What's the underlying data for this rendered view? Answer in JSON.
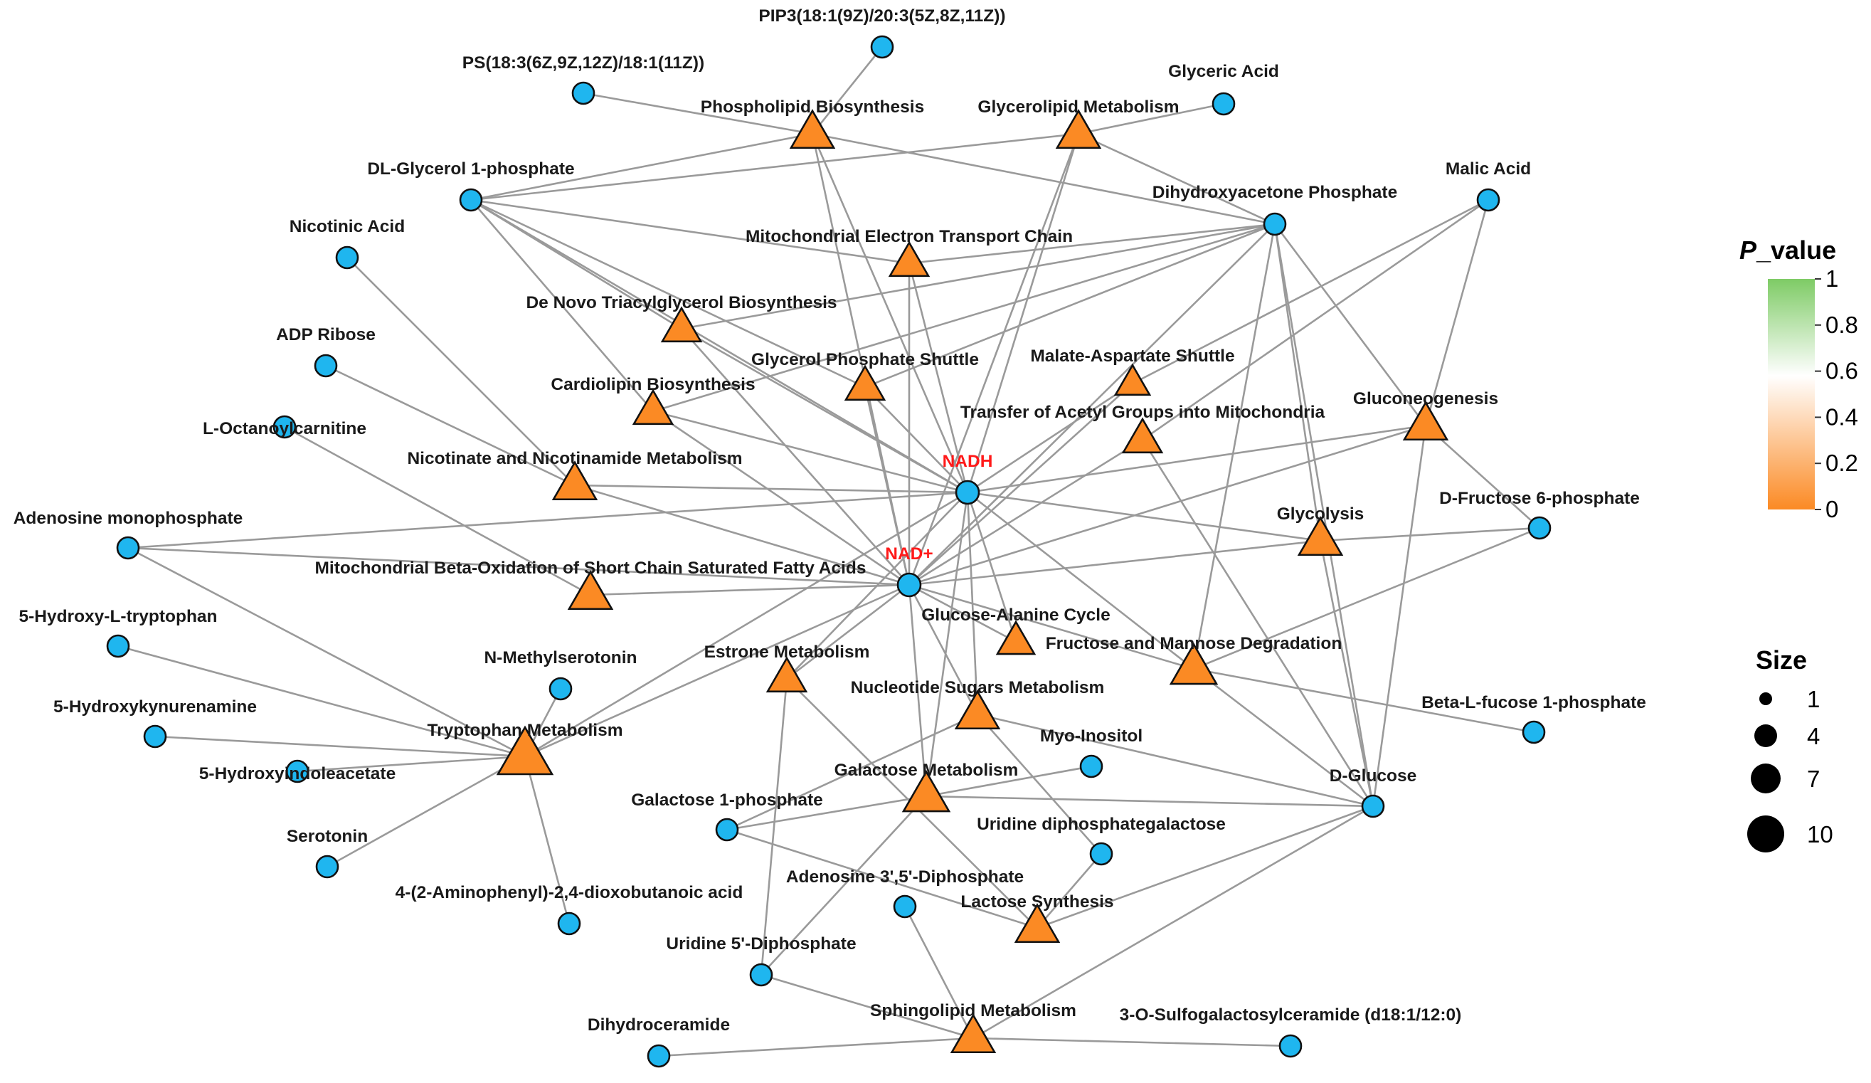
{
  "colors": {
    "metabolite_fill": "#1fb6ef",
    "pathway_fill": "#fb8a24",
    "hub_label": "#ff1a1a",
    "edge": "#9a9a9a",
    "pvalue_scale": [
      "#7ecb65",
      "#ffffff",
      "#fb8a24"
    ]
  },
  "metabolites": [
    {
      "id": "pip3",
      "label": "PIP3(18:1(9Z)/20:3(5Z,8Z,11Z))"
    },
    {
      "id": "ps",
      "label": "PS(18:3(6Z,9Z,12Z)/18:1(11Z))"
    },
    {
      "id": "glyceric",
      "label": "Glyceric Acid"
    },
    {
      "id": "dlg1p",
      "label": "DL-Glycerol 1-phosphate"
    },
    {
      "id": "malic",
      "label": "Malic Acid"
    },
    {
      "id": "dhap",
      "label": "Dihydroxyacetone Phosphate"
    },
    {
      "id": "nicotinic",
      "label": "Nicotinic Acid"
    },
    {
      "id": "adpribose",
      "label": "ADP Ribose"
    },
    {
      "id": "loctanoyl",
      "label": "L-Octanoylcarnitine"
    },
    {
      "id": "nadh",
      "label": "NADH",
      "hub": true
    },
    {
      "id": "amp",
      "label": "Adenosine monophosphate"
    },
    {
      "id": "nadplus",
      "label": "NAD+",
      "hub": true
    },
    {
      "id": "dfru6p",
      "label": "D-Fructose 6-phosphate"
    },
    {
      "id": "htrp",
      "label": "5-Hydroxy-L-tryptophan"
    },
    {
      "id": "nmethyl",
      "label": "N-Methylserotonin"
    },
    {
      "id": "hkyn",
      "label": "5-Hydroxykynurenamine"
    },
    {
      "id": "betafuc",
      "label": "Beta-L-fucose 1-phosphate"
    },
    {
      "id": "hiaa",
      "label": "5-Hydroxyindoleacetate"
    },
    {
      "id": "myo",
      "label": "Myo-Inositol"
    },
    {
      "id": "dglucose",
      "label": "D-Glucose"
    },
    {
      "id": "gal1p",
      "label": "Galactose 1-phosphate"
    },
    {
      "id": "serotonin",
      "label": "Serotonin"
    },
    {
      "id": "udpgal",
      "label": "Uridine diphosphategalactose"
    },
    {
      "id": "adp35",
      "label": "Adenosine 3',5'-Diphosphate"
    },
    {
      "id": "aminophenyl",
      "label": "4-(2-Aminophenyl)-2,4-dioxobutanoic acid"
    },
    {
      "id": "udp",
      "label": "Uridine 5'-Diphosphate"
    },
    {
      "id": "dihydrocer",
      "label": "Dihydroceramide"
    },
    {
      "id": "sulfogal",
      "label": "3-O-Sulfogalactosylceramide (d18:1/12:0)"
    }
  ],
  "pathways": [
    {
      "id": "phospholipid",
      "label": "Phospholipid Biosynthesis"
    },
    {
      "id": "glycerolipid",
      "label": "Glycerolipid Metabolism"
    },
    {
      "id": "metc",
      "label": "Mitochondrial Electron Transport Chain"
    },
    {
      "id": "denovo",
      "label": "De Novo Triacylglycerol Biosynthesis"
    },
    {
      "id": "gps",
      "label": "Glycerol Phosphate Shuttle"
    },
    {
      "id": "malate",
      "label": "Malate-Aspartate Shuttle"
    },
    {
      "id": "cardiolipin",
      "label": "Cardiolipin Biosynthesis"
    },
    {
      "id": "acetyl",
      "label": "Transfer of Acetyl Groups into Mitochondria"
    },
    {
      "id": "gluconeo",
      "label": "Gluconeogenesis"
    },
    {
      "id": "nicotinate",
      "label": "Nicotinate and Nicotinamide Metabolism"
    },
    {
      "id": "glycolysis",
      "label": "Glycolysis"
    },
    {
      "id": "betaox",
      "label": "Mitochondrial Beta-Oxidation of Short Chain Saturated Fatty Acids"
    },
    {
      "id": "gac",
      "label": "Glucose-Alanine Cycle"
    },
    {
      "id": "estrone",
      "label": "Estrone Metabolism"
    },
    {
      "id": "fructose",
      "label": "Fructose and Mannose Degradation"
    },
    {
      "id": "nucleotide",
      "label": "Nucleotide Sugars Metabolism"
    },
    {
      "id": "tryptophan",
      "label": "Tryptophan Metabolism"
    },
    {
      "id": "galactose",
      "label": "Galactose Metabolism"
    },
    {
      "id": "lactose",
      "label": "Lactose Synthesis"
    },
    {
      "id": "sphingolipid",
      "label": "Sphingolipid Metabolism"
    }
  ],
  "edges": [
    [
      "pip3",
      "phospholipid"
    ],
    [
      "ps",
      "phospholipid"
    ],
    [
      "glyceric",
      "glycerolipid"
    ],
    [
      "dlg1p",
      "phospholipid"
    ],
    [
      "dlg1p",
      "glycerolipid"
    ],
    [
      "dlg1p",
      "metc"
    ],
    [
      "dlg1p",
      "denovo"
    ],
    [
      "dlg1p",
      "cardiolipin"
    ],
    [
      "dlg1p",
      "gps"
    ],
    [
      "dlg1p",
      "nadh"
    ],
    [
      "phospholipid",
      "dhap"
    ],
    [
      "phospholipid",
      "nadh"
    ],
    [
      "phospholipid",
      "nadplus"
    ],
    [
      "glycerolipid",
      "nadh"
    ],
    [
      "glycerolipid",
      "nadplus"
    ],
    [
      "glycerolipid",
      "dhap"
    ],
    [
      "dhap",
      "metc"
    ],
    [
      "dhap",
      "denovo"
    ],
    [
      "dhap",
      "gps"
    ],
    [
      "dhap",
      "cardiolipin"
    ],
    [
      "dhap",
      "nadplus"
    ],
    [
      "dhap",
      "gluconeo"
    ],
    [
      "dhap",
      "glycolysis"
    ],
    [
      "dhap",
      "fructose"
    ],
    [
      "dhap",
      "dglucose"
    ],
    [
      "malic",
      "malate"
    ],
    [
      "malic",
      "acetyl"
    ],
    [
      "malic",
      "gluconeo"
    ],
    [
      "metc",
      "nadh"
    ],
    [
      "metc",
      "nadplus"
    ],
    [
      "denovo",
      "nadh"
    ],
    [
      "denovo",
      "nadplus"
    ],
    [
      "gps",
      "nadh"
    ],
    [
      "gps",
      "nadplus"
    ],
    [
      "malate",
      "nadh"
    ],
    [
      "malate",
      "nadplus"
    ],
    [
      "cardiolipin",
      "nadh"
    ],
    [
      "cardiolipin",
      "nadplus"
    ],
    [
      "acetyl",
      "nadplus"
    ],
    [
      "acetyl",
      "dglucose"
    ],
    [
      "gluconeo",
      "nadh"
    ],
    [
      "gluconeo",
      "nadplus"
    ],
    [
      "gluconeo",
      "dfru6p"
    ],
    [
      "gluconeo",
      "dglucose"
    ],
    [
      "nicotinic",
      "nicotinate"
    ],
    [
      "adpribose",
      "nicotinate"
    ],
    [
      "loctanoyl",
      "betaox"
    ],
    [
      "nicotinate",
      "nadh"
    ],
    [
      "nicotinate",
      "nadplus"
    ],
    [
      "amp",
      "nadh"
    ],
    [
      "amp",
      "nadplus"
    ],
    [
      "amp",
      "tryptophan"
    ],
    [
      "nadh",
      "glycolysis"
    ],
    [
      "nadh",
      "gac"
    ],
    [
      "nadh",
      "fructose"
    ],
    [
      "nadh",
      "estrone"
    ],
    [
      "nadh",
      "nucleotide"
    ],
    [
      "nadh",
      "galactose"
    ],
    [
      "nadh",
      "tryptophan"
    ],
    [
      "nadplus",
      "glycolysis"
    ],
    [
      "nadplus",
      "gac"
    ],
    [
      "nadplus",
      "fructose"
    ],
    [
      "nadplus",
      "estrone"
    ],
    [
      "nadplus",
      "nucleotide"
    ],
    [
      "nadplus",
      "galactose"
    ],
    [
      "nadplus",
      "tryptophan"
    ],
    [
      "nadplus",
      "betaox"
    ],
    [
      "dfru6p",
      "glycolysis"
    ],
    [
      "dfru6p",
      "fructose"
    ],
    [
      "glycolysis",
      "dglucose"
    ],
    [
      "fructose",
      "betafuc"
    ],
    [
      "fructose",
      "dglucose"
    ],
    [
      "htrp",
      "tryptophan"
    ],
    [
      "hkyn",
      "tryptophan"
    ],
    [
      "hiaa",
      "tryptophan"
    ],
    [
      "serotonin",
      "tryptophan"
    ],
    [
      "nmethyl",
      "tryptophan"
    ],
    [
      "aminophenyl",
      "tryptophan"
    ],
    [
      "nucleotide",
      "dglucose"
    ],
    [
      "nucleotide",
      "udpgal"
    ],
    [
      "nucleotide",
      "gal1p"
    ],
    [
      "myo",
      "galactose"
    ],
    [
      "galactose",
      "dglucose"
    ],
    [
      "galactose",
      "gal1p"
    ],
    [
      "galactose",
      "udp"
    ],
    [
      "estrone",
      "udp"
    ],
    [
      "estrone",
      "lactose"
    ],
    [
      "gal1p",
      "lactose"
    ],
    [
      "udpgal",
      "lactose"
    ],
    [
      "lactose",
      "dglucose"
    ],
    [
      "adp35",
      "sphingolipid"
    ],
    [
      "udp",
      "sphingolipid"
    ],
    [
      "dihydrocer",
      "sphingolipid"
    ],
    [
      "sulfogal",
      "sphingolipid"
    ],
    [
      "sphingolipid",
      "dglucose"
    ]
  ],
  "legend": {
    "pvalue": {
      "title_italic": "P",
      "title_rest": "_value",
      "ticks": [
        "1",
        "0.8",
        "0.6",
        "0.4",
        "0.2",
        "0"
      ]
    },
    "size": {
      "title": "Size",
      "ticks": [
        "1",
        "4",
        "7",
        "10"
      ]
    }
  }
}
